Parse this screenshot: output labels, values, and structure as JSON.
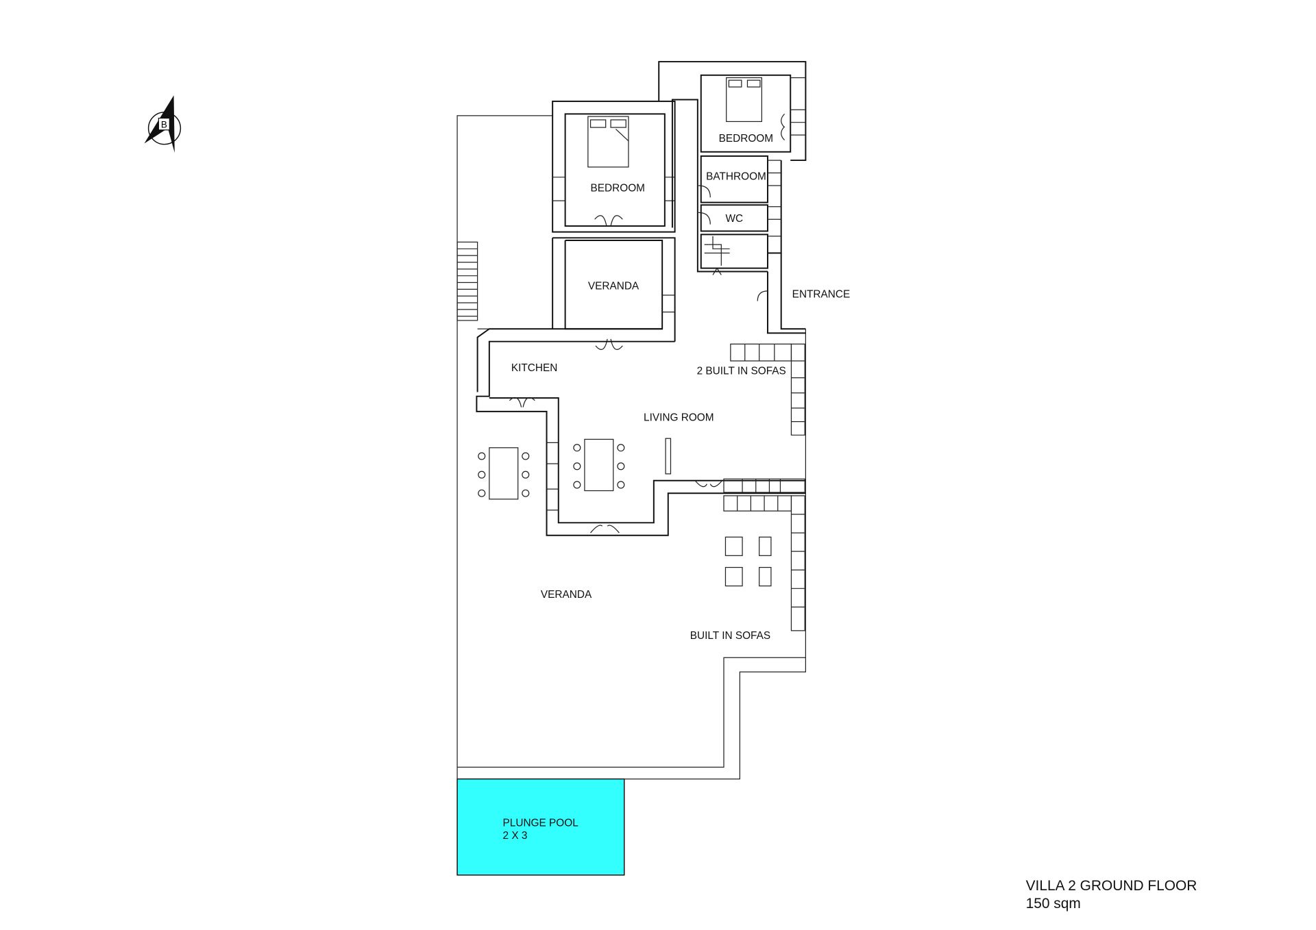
{
  "plan": {
    "title": "VILLA 2 GROUND FLOOR",
    "area": "150 sqm",
    "compass_letter": "B",
    "pool_color": "#33ffff",
    "rooms": {
      "bedroom_1": "BEDROOM",
      "bedroom_2": "BEDROOM",
      "bathroom": "BATHROOM",
      "wc": "WC",
      "entrance": "ENTRANCE",
      "veranda_upper": "VERANDA",
      "kitchen": "KITCHEN",
      "sofas_2": "2 BUILT IN SOFAS",
      "living_room": "LIVING ROOM",
      "veranda_main": "VERANDA",
      "built_in_sofas": "BUILT IN SOFAS",
      "pool_line1": "PLUNGE POOL",
      "pool_line2": "2 X 3"
    }
  }
}
